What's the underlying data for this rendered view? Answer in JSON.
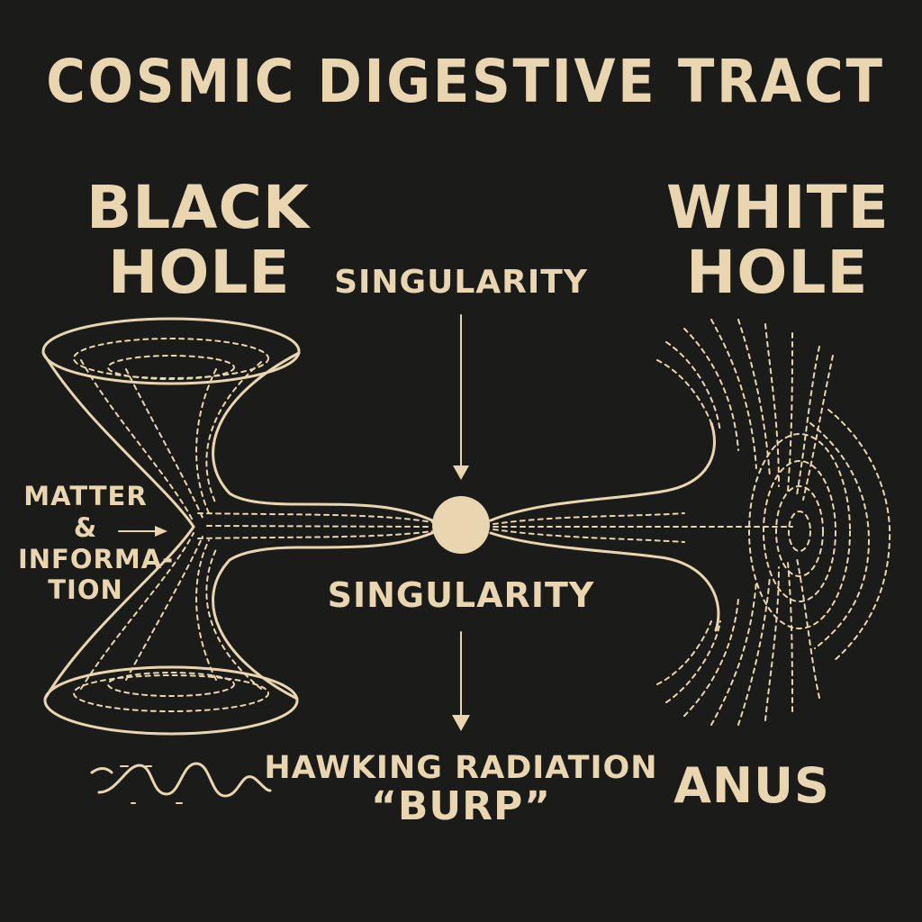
{
  "title": "COSMIC DIGESTIVE TRACT",
  "black_hole": {
    "line1": "BLACK",
    "line2": "HOLE"
  },
  "white_hole": {
    "line1": "WHITE",
    "line2": "HOLE"
  },
  "singularity_top": "SINGULARITY",
  "singularity_bottom": "SINGULARITY",
  "matter_label": {
    "line1": "MATTER",
    "line2": "&",
    "line3": "INFORMA-",
    "line4": "TION"
  },
  "hawking": {
    "line1": "HAWKING RADIATION",
    "line2": "“BURP”"
  },
  "anus": "ANUS",
  "colors": {
    "background": "#1b1b1a",
    "ink": "#e9d6b0"
  }
}
